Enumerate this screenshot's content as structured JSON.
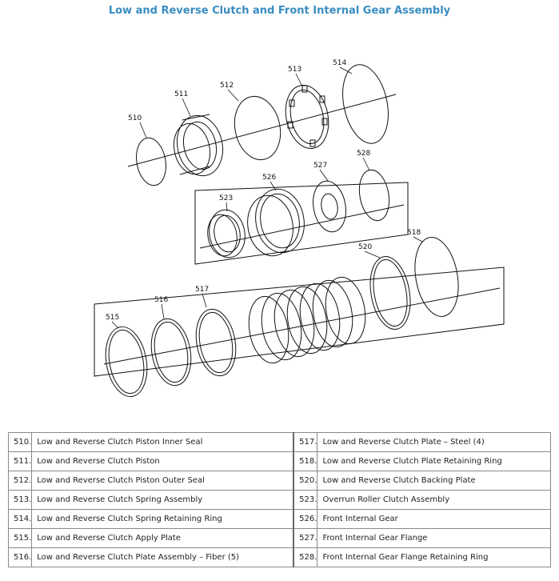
{
  "title": "Low and Reverse Clutch and Front Internal Gear Assembly",
  "callouts": [
    "510",
    "511",
    "512",
    "513",
    "514",
    "523",
    "526",
    "527",
    "528",
    "515",
    "516",
    "517",
    "520",
    "518"
  ],
  "legend": [
    {
      "num": "510.",
      "label": "Low and Reverse Clutch Piston Inner Seal"
    },
    {
      "num": "511.",
      "label": "Low and Reverse Clutch Piston"
    },
    {
      "num": "512.",
      "label": "Low and Reverse Clutch Piston Outer Seal"
    },
    {
      "num": "513.",
      "label": "Low and Reverse Clutch Spring Assembly"
    },
    {
      "num": "514.",
      "label": "Low and Reverse Clutch Spring Retaining Ring"
    },
    {
      "num": "515.",
      "label": "Low and Reverse Clutch Apply Plate"
    },
    {
      "num": "516.",
      "label": "Low and Reverse Clutch Plate Assembly – Fiber (5)"
    },
    {
      "num": "517.",
      "label": "Low and Reverse Clutch Plate – Steel (4)"
    },
    {
      "num": "518.",
      "label": "Low and Reverse Clutch Plate Retaining Ring"
    },
    {
      "num": "520.",
      "label": "Low and Reverse Clutch Backing Plate"
    },
    {
      "num": "523.",
      "label": "Overrun Roller Clutch Assembly"
    },
    {
      "num": "526.",
      "label": "Front Internal Gear"
    },
    {
      "num": "527.",
      "label": "Front Internal Gear Flange"
    },
    {
      "num": "528.",
      "label": "Front Internal Gear Flange Retaining Ring"
    }
  ]
}
